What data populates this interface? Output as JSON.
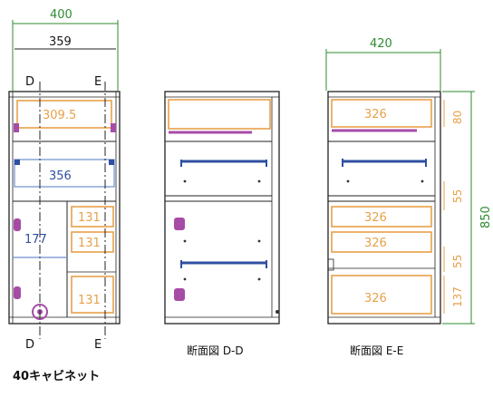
{
  "dims": {
    "overall_width": "400",
    "inner_width": "359",
    "drawer_309": "309.5",
    "shelf_356": "356",
    "width_177": "177",
    "drawer_131_a": "131",
    "drawer_131_b": "131",
    "drawer_131_c": "131",
    "right_width": "420",
    "drawer_326_a": "326",
    "drawer_326_b": "326",
    "drawer_326_c": "326",
    "drawer_326_d": "326",
    "h_80": "80",
    "h_55_a": "55",
    "h_55_b": "55",
    "h_137": "137",
    "h_850": "850"
  },
  "markers": {
    "d_top": "D",
    "e_top": "E",
    "d_bottom": "D",
    "e_bottom": "E"
  },
  "captions": {
    "section_dd": "断面図 D-D",
    "section_ee": "断面図 E-E"
  },
  "title": "40キャビネット",
  "colors": {
    "dimension_line": "#2e8b2e",
    "drawer_orange": "#e8a04a",
    "drawer_purple": "#a64ca6",
    "rail_blue": "#2f4fa0",
    "shelf_blue": "#6f8fd0",
    "outline": "#222222",
    "dim_text": "#1a1a1a"
  }
}
